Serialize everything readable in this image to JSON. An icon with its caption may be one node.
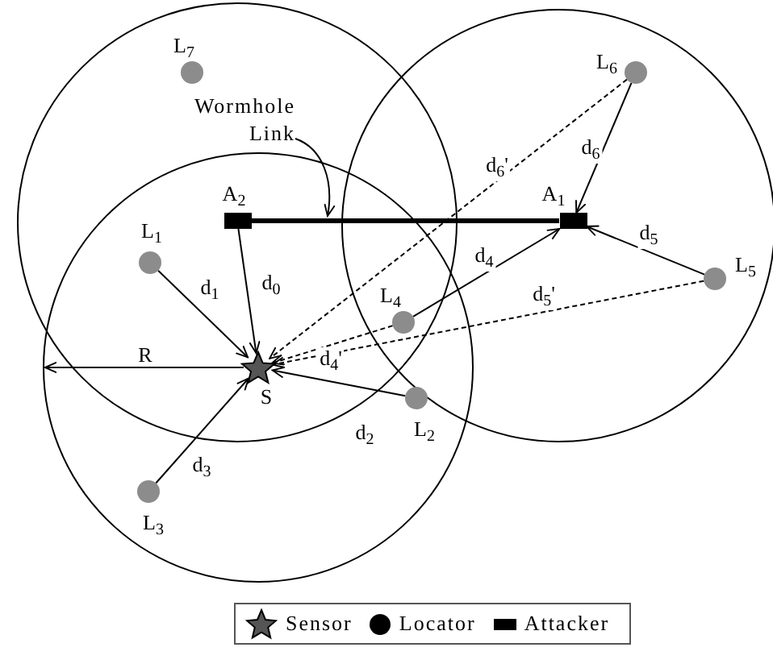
{
  "diagram": {
    "nodes": [
      {
        "text": [
          "L$_{7}$"
        ]
      },
      {
        "text": [
          "L$_{6}$"
        ]
      },
      {
        "text": [
          "Wormhole Link"
        ]
      },
      {
        "text": [
          "A$_{2}$"
        ]
      },
      {
        "text": [
          "A$_{1}$"
        ]
      },
      {
        "text": [
          "L$_{1}$"
        ]
      },
      {
        "text": [
          "L$_{5}$"
        ]
      },
      {
        "text": [
          "L$_{4}$"
        ]
      },
      {
        "text": [
          "S"
        ]
      },
      {
        "text": [
          "L$_{2}$"
        ]
      },
      {
        "text": [
          "L$_{3}$"
        ]
      }
    ],
    "edges": [
      {
        "from": 2,
        "to": null,
        "arrow": "to"
      },
      {
        "from": 3,
        "to": 4,
        "arrow": "none",
        "style": "thick"
      },
      {
        "from": 5,
        "to": 8,
        "arrow": "to",
        "label": "d$_{1}$"
      },
      {
        "from": 3,
        "to": 8,
        "arrow": "to",
        "label": "d$_{0}$"
      },
      {
        "from": 9,
        "to": 8,
        "arrow": "to",
        "label": "d$_{2}$"
      },
      {
        "from": 10,
        "to": 8,
        "arrow": "to",
        "label": "d$_{3}$"
      },
      {
        "from": 7,
        "to": 4,
        "arrow": "to",
        "label": "d$_{4}$"
      },
      {
        "from": 1,
        "to": 4,
        "arrow": "to",
        "label": "d$_{6}$"
      },
      {
        "from": 6,
        "to": 4,
        "arrow": "to",
        "label": "d$_{5}$"
      },
      {
        "from": 1,
        "to": 8,
        "arrow": "to",
        "label": "d$_{6}$'",
        "style": "dashed"
      },
      {
        "from": 7,
        "to": 8,
        "arrow": "to",
        "label": "d$_{4}$'",
        "style": "dashed"
      },
      {
        "from": 6,
        "to": 8,
        "arrow": "to",
        "label": "d$_{5}$'",
        "style": "dashed"
      }
    ],
    "labels": [
      "R"
    ],
    "legend": [
      {
        "text": "Sensor"
      },
      {
        "text": "Locator"
      },
      {
        "text": "Attacker"
      }
    ]
  }
}
